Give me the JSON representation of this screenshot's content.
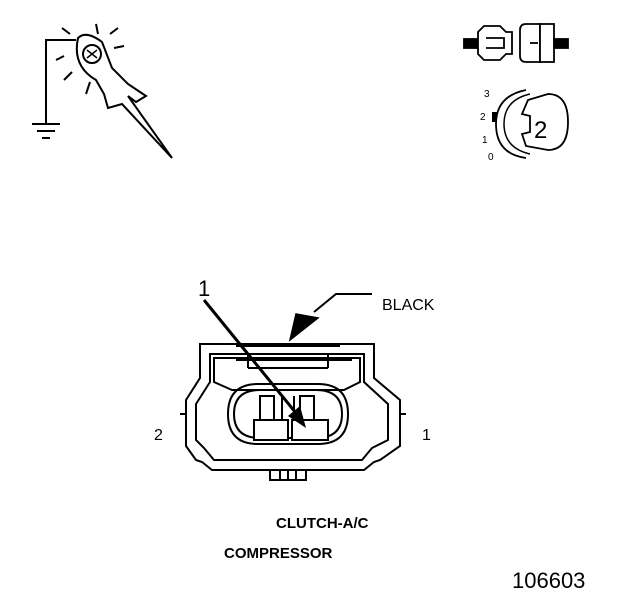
{
  "labels": {
    "probe_number": "1",
    "wire_color": "BLACK",
    "pin_left": "2",
    "pin_right": "1",
    "component_line1": "CLUTCH-A/C",
    "component_line2": "COMPRESSOR",
    "figure_number": "106603"
  },
  "icons": {
    "probe": "ground-probe-icon",
    "connector_pair": "connector-pair-icon",
    "ignition_switch": "ignition-switch-icon"
  },
  "ignition": {
    "positions": [
      "3",
      "2",
      "1",
      "0"
    ],
    "key_position": "2"
  },
  "colors": {
    "line": "#000000",
    "background": "#ffffff"
  }
}
